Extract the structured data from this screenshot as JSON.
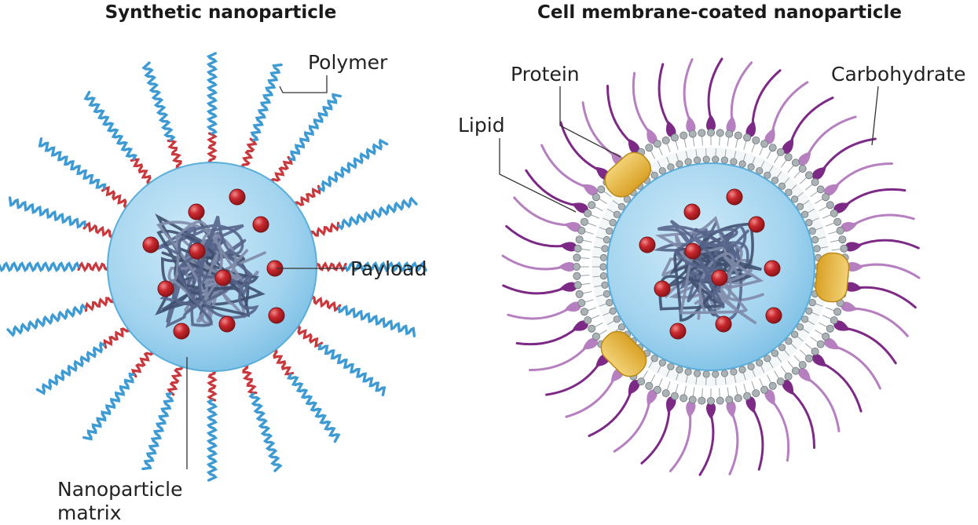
{
  "left_panel": {
    "title": "Synthetic nanoparticle",
    "labels": {
      "polymer": "Polymer",
      "payload": "Payload",
      "matrix_line1": "Nanoparticle",
      "matrix_line2": "matrix"
    }
  },
  "right_panel": {
    "title": "Cell membrane-coated nanoparticle",
    "labels": {
      "protein": "Protein",
      "carbohydrate": "Carbohydrate",
      "lipid": "Lipid"
    }
  },
  "colors": {
    "core_fill": "#9fd3ef",
    "core_edge": "#4aa6d6",
    "matrix_strand": "#3f4f6e",
    "payload": "#c8282e",
    "polymer_tether": "#c8383c",
    "polymer_chain": "#3e9ad3",
    "lipid_head": "#aab2b6",
    "protein": "#e8b63a",
    "carbohydrate_dark": "#7d2a86",
    "carbohydrate_light": "#b57fc0"
  },
  "icons": {
    "payload": "red-sphere",
    "protein": "yellow-capsule",
    "lipid": "bilayer-head-circle",
    "carbohydrate": "purple-droplet"
  }
}
